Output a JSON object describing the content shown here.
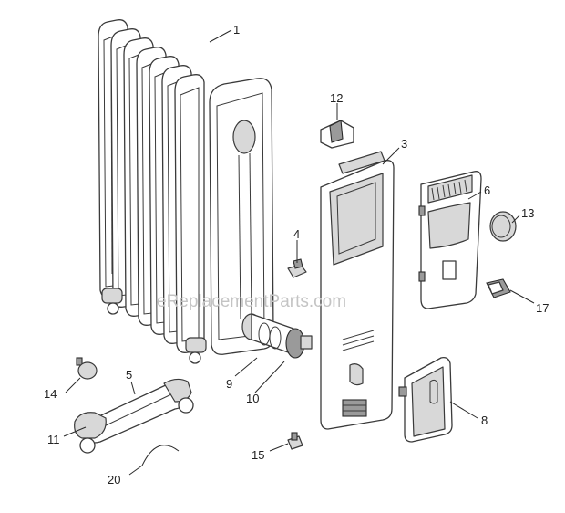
{
  "watermark": "eReplacementParts.com",
  "callouts": {
    "c1": "1",
    "c3": "3",
    "c4": "4",
    "c5": "5",
    "c6": "6",
    "c8": "8",
    "c9": "9",
    "c10": "10",
    "c11": "11",
    "c12": "12",
    "c13": "13",
    "c14": "14",
    "c15": "15",
    "c17": "17",
    "c20": "20"
  }
}
